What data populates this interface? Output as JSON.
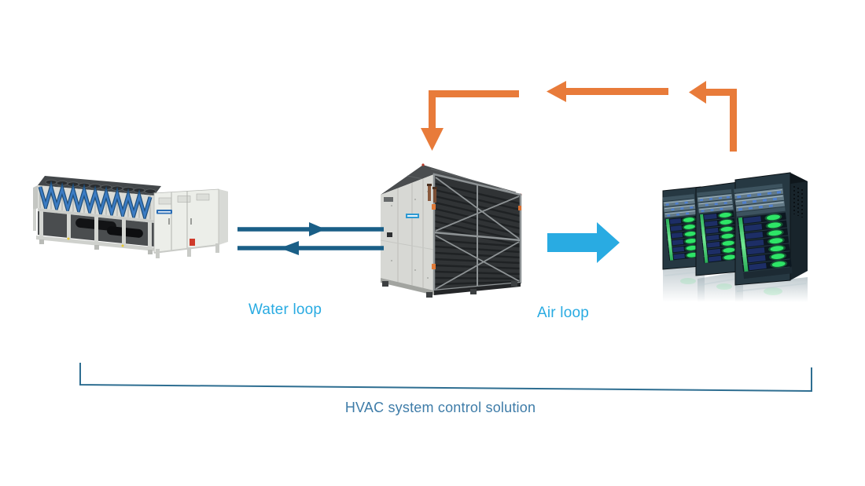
{
  "diagram": {
    "title": "HVAC system control solution",
    "labels": {
      "water_loop": "Water loop",
      "air_loop": "Air loop"
    }
  },
  "images": {
    "chiller": "air-cooled-chiller",
    "ahu": "air-handling-unit",
    "servers": "server-racks"
  },
  "colors": {
    "water_loop": "#1A5F87",
    "air_loop": "#29ABE2",
    "return_air": "#E87B3A",
    "bracket": "#2E6E91",
    "title_text": "#3E7CA8",
    "label_text": "#29ABE2"
  }
}
